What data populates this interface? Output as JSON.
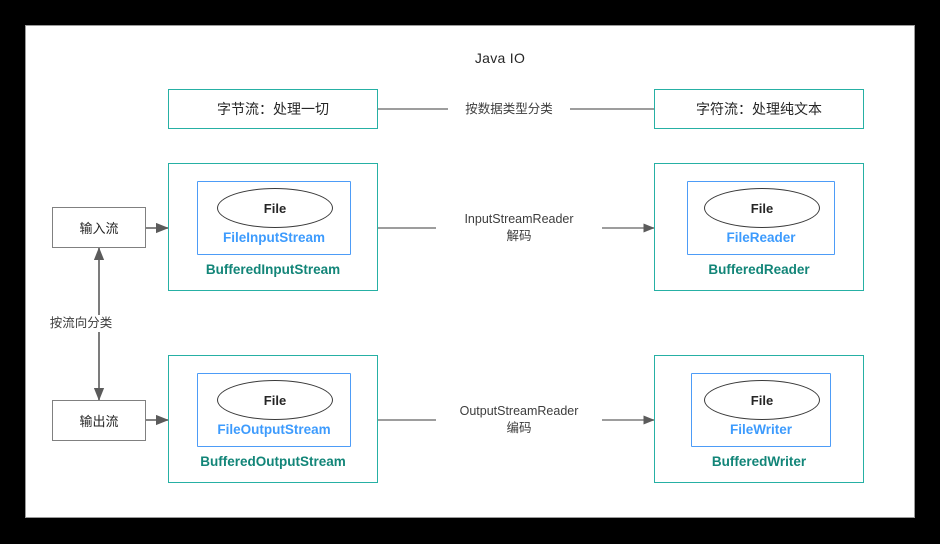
{
  "diagram": {
    "title": "Java IO",
    "background_color": "#000000",
    "card_color": "#ffffff",
    "accent_teal": "#26b0a4",
    "accent_teal_text": "#128578",
    "accent_blue": "#3d9bfd",
    "grey": "#808080"
  },
  "classification": {
    "by_data_type_label": "按数据类型分类",
    "by_direction_label": "按流向分类"
  },
  "top_row": {
    "byte_stream": "字节流：处理一切",
    "char_stream": "字符流：处理纯文本"
  },
  "direction_nodes": {
    "input": "输入流",
    "output": "输出流"
  },
  "groups": [
    {
      "id": "buffered-input-stream",
      "outer_label": "BufferedInputStream",
      "inner_label": "FileInputStream",
      "ellipse_label": "File"
    },
    {
      "id": "buffered-reader",
      "outer_label": "BufferedReader",
      "inner_label": "FileReader",
      "ellipse_label": "File"
    },
    {
      "id": "buffered-output-stream",
      "outer_label": "BufferedOutputStream",
      "inner_label": "FileOutputStream",
      "ellipse_label": "File"
    },
    {
      "id": "buffered-writer",
      "outer_label": "BufferedWriter",
      "inner_label": "FileWriter",
      "ellipse_label": "File"
    }
  ],
  "bridges": {
    "upper_name": "InputStreamReader",
    "upper_action": "解码",
    "lower_name": "OutputStreamReader",
    "lower_action": "编码"
  }
}
